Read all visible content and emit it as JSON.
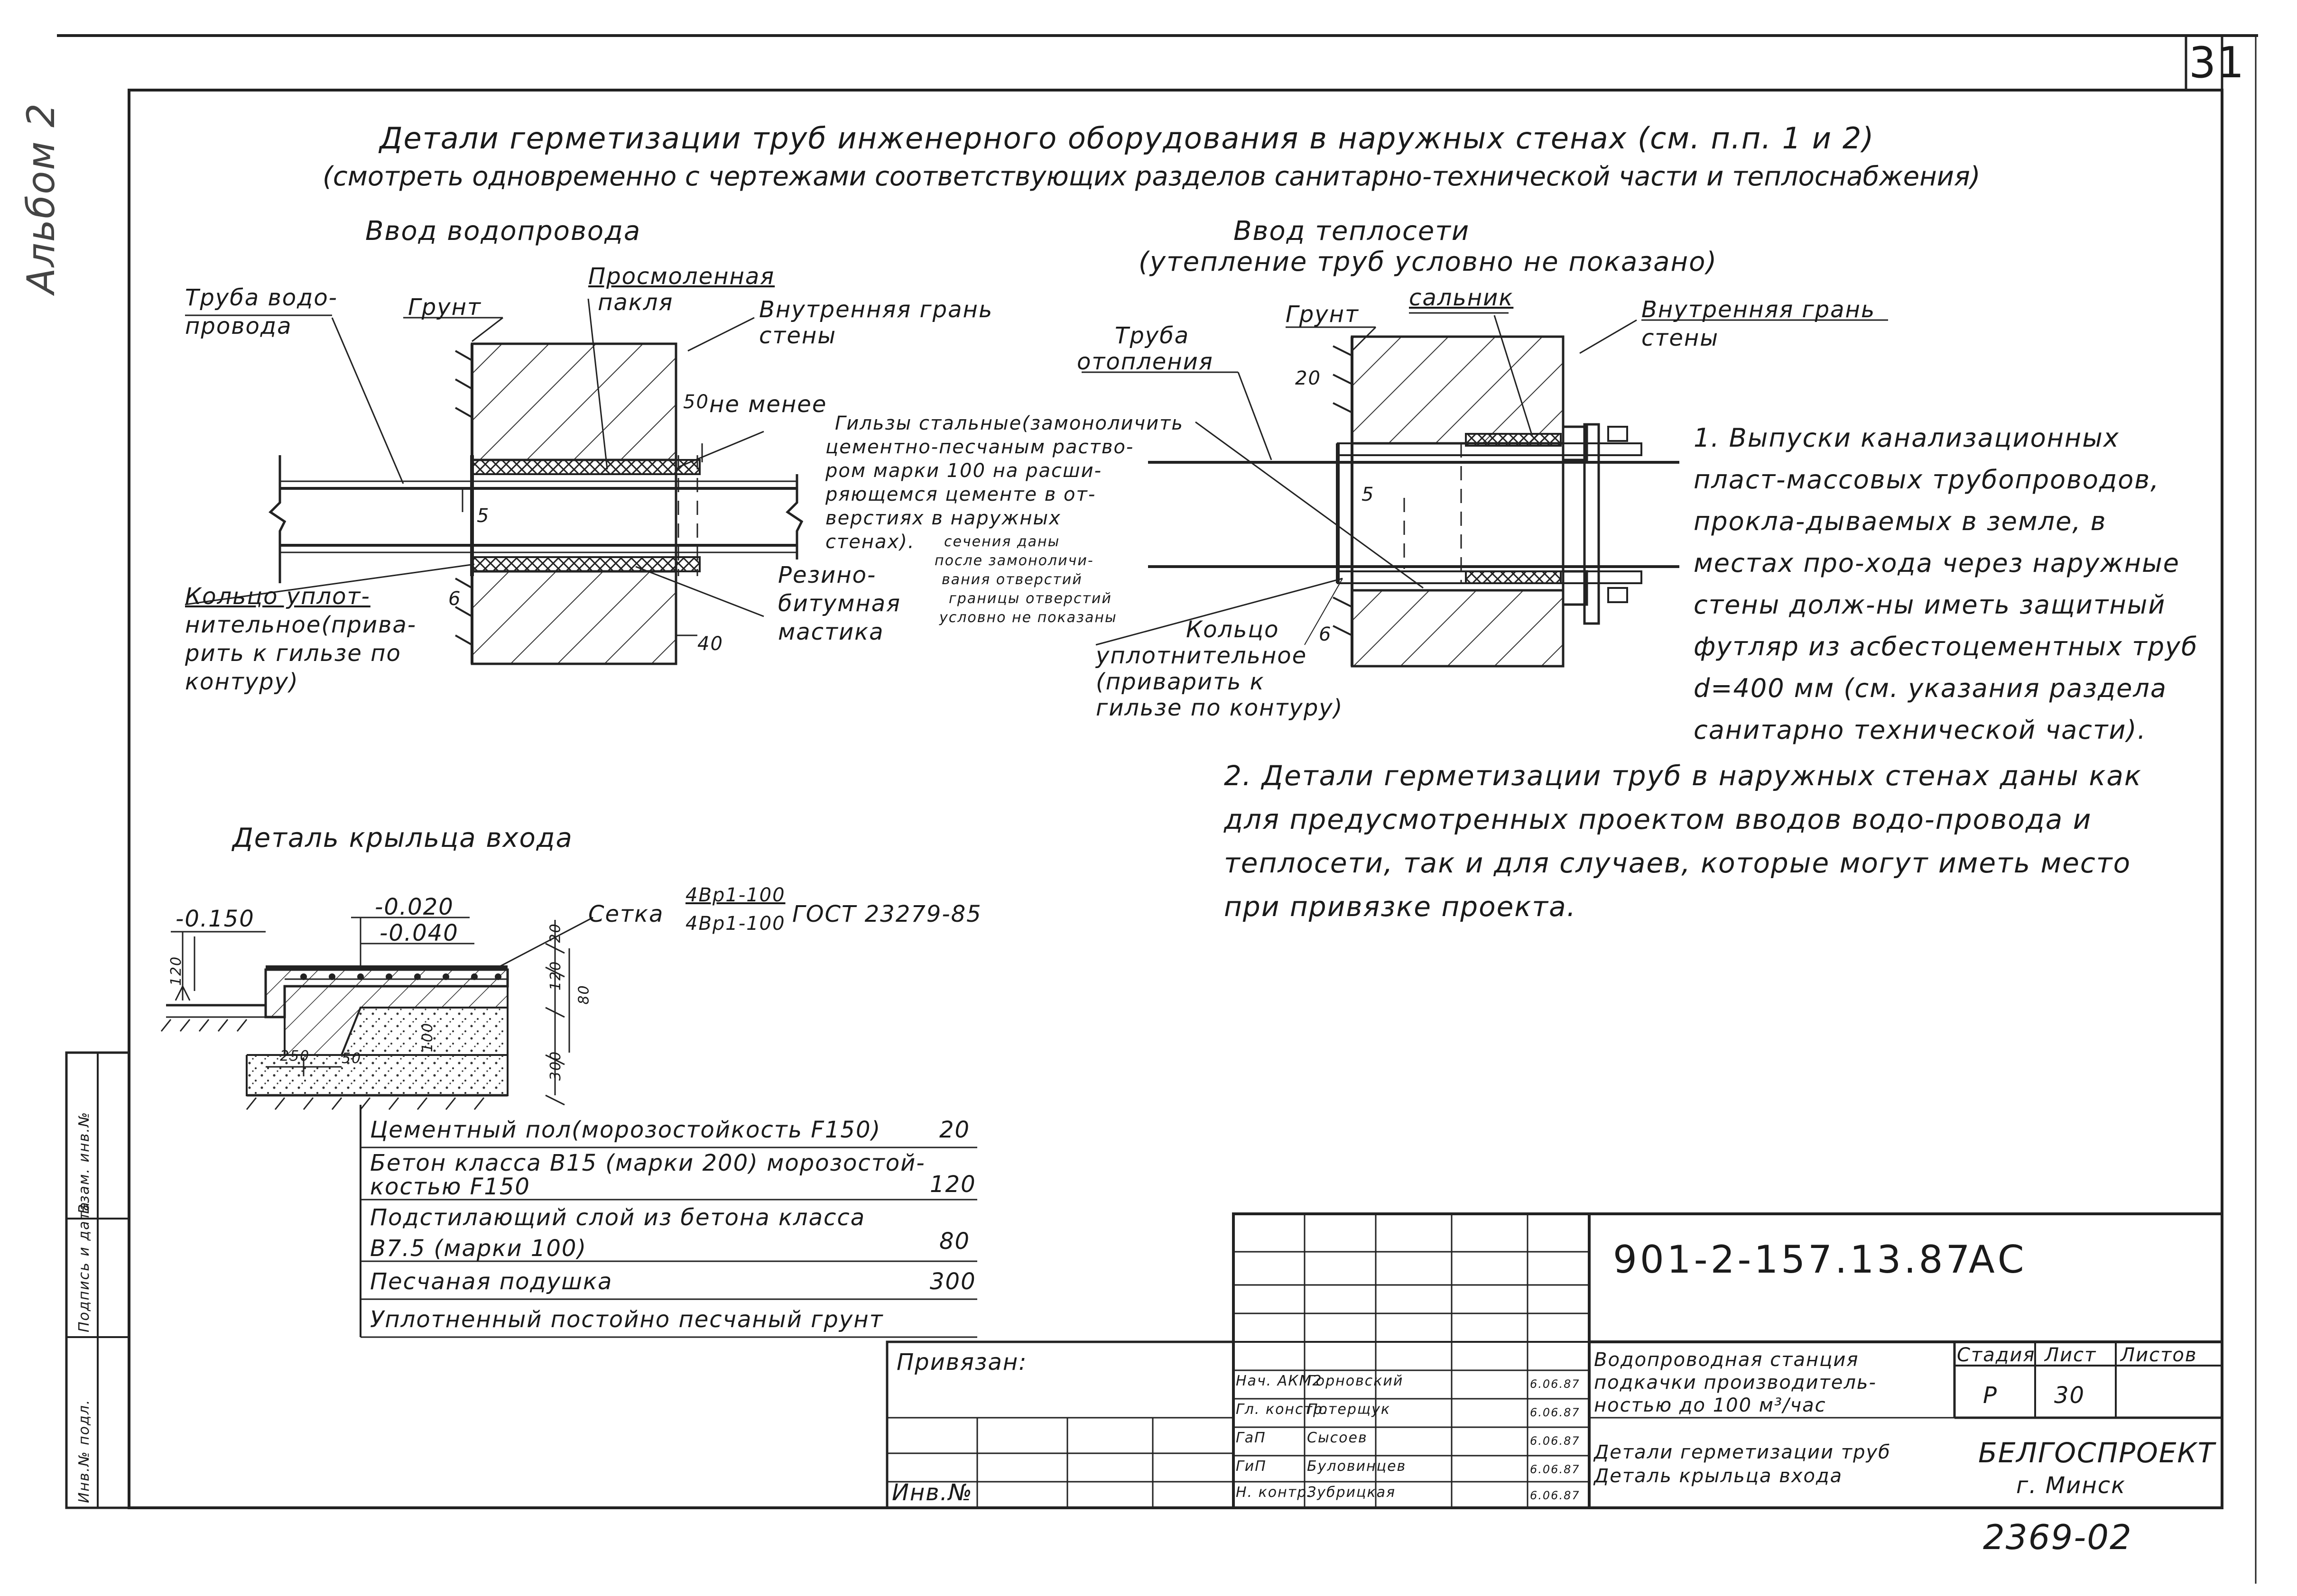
{
  "sheet_number": "31",
  "album_label": "Альбом 2",
  "title_line1": "Детали герметизации труб инженерного оборудования в наружных стенах (см. п.п. 1 и 2)",
  "title_line2": "(смотреть одновременно с чертежами соответствующих разделов санитарно-технической части и теплоснабжения)",
  "water_inlet": {
    "heading": "Ввод водопровода",
    "pipe": [
      "Труба водо-",
      "провода"
    ],
    "soil": "Грунт",
    "oakum": [
      "Просмоленная",
      "пакля"
    ],
    "inner_face": [
      "Внутренняя грань",
      "стены"
    ],
    "min_label": "не менее",
    "dim_50": "50",
    "dim_5": "5",
    "dim_6": "6",
    "dim_40": "40",
    "sleeves": [
      "Гильзы стальные(замоноличить",
      "цементно-песчаным раство-",
      "ром марки 100 на расши-",
      "ряющемся цементе в от-",
      "верстиях в наружных",
      "стенах)."
    ],
    "sections_note": [
      "сечения даны",
      "после замоноличи-",
      "вания отверстий",
      "границы отверстий",
      "условно не показаны"
    ],
    "mastic": [
      "Резино-",
      "битумная",
      "мастика"
    ],
    "ring": [
      "Кольцо уплот-",
      "нительное(прива-",
      "рить к гильзе по",
      "контуру)"
    ]
  },
  "heat_inlet": {
    "heading": "Ввод теплосети",
    "subheading": "(утепление труб условно не показано)",
    "soil": "Грунт",
    "gland": "сальник",
    "inner_face": [
      "Внутренняя грань",
      "стены"
    ],
    "pipe": [
      "Труба",
      "отопления"
    ],
    "dim_20": "20",
    "dim_5": "5",
    "dim_6": "6",
    "ring": [
      "Кольцо",
      "уплотнительное",
      "(приварить к",
      "гильзе по контуру)"
    ]
  },
  "notes": [
    "1. Выпуски канализационных пласт-массовых трубопроводов, прокла-дываемых в земле, в местах про-хода через наружные стены долж-ны иметь защитный футляр из асбестоцементных труб d=400 мм (см. указания раздела санитарно технической части).",
    "2. Детали герметизации труб в наружных стенах даны как для предусмотренных проектом вводов водо-провода и теплосети, так и для случаев, которые могут иметь место при привязке проекта."
  ],
  "porch": {
    "heading": "Деталь крыльца входа",
    "level_outer": "-0.150",
    "level_top1": "-0.020",
    "level_top2": "-0.040",
    "mesh_label": "Сетка",
    "mesh_num": "4Вр1-100",
    "mesh_den": "4Вр1-100",
    "mesh_gost": "ГОСТ 23279-85",
    "dim_120a": "120",
    "dim_250": "250",
    "dim_50": "50",
    "dim_100": "100",
    "dim_20": "20",
    "dim_120b": "120",
    "dim_80": "80",
    "dim_300": "300",
    "layers": [
      {
        "text": "Цементный пол(морозостойкость F150)",
        "value": "20"
      },
      {
        "text": "Бетон класса В15 (марки 200) морозостой-",
        "text2": "костью F150",
        "value": "120"
      },
      {
        "text": "Подстилающий слой из бетона класса",
        "text2": "В7.5 (марки 100)",
        "value": "80"
      },
      {
        "text": "Песчаная подушка",
        "value": "300"
      },
      {
        "text": "Уплотненный постойно песчаный грунт",
        "value": ""
      }
    ]
  },
  "stamp": {
    "code": "901-2-157.13.87",
    "mark": "АС",
    "privyazan": "Привязан:",
    "inv_no": "Инв.№",
    "roles": [
      "Нач. АКМ2",
      "Гл. констр.",
      "ГаП",
      "ГиП",
      "Н. контр."
    ],
    "names": [
      "Горновский",
      "Потерщук",
      "Сысоев",
      "Буловинцев",
      "Зубрицкая"
    ],
    "dates": [
      "6.06.87",
      "6.06.87",
      "6.06.87",
      "6.06.87",
      "6.06.87"
    ],
    "object": [
      "Водопроводная станция",
      "подкачки производитель-",
      "ностью до 100 м³/час"
    ],
    "sheet_title": [
      "Детали герметизации труб",
      "Деталь крыльца входа"
    ],
    "stage_h": "Стадия",
    "sheet_h": "Лист",
    "sheets_h": "Листов",
    "stage": "Р",
    "sheet": "30",
    "org": "БЕЛГОСПРОЕКТ",
    "city": "г. Минск",
    "left_strip": [
      "Инв.№ подл.",
      "Подпись и дата",
      "Взам. инв.№"
    ]
  },
  "bottom_number": "2369-02"
}
